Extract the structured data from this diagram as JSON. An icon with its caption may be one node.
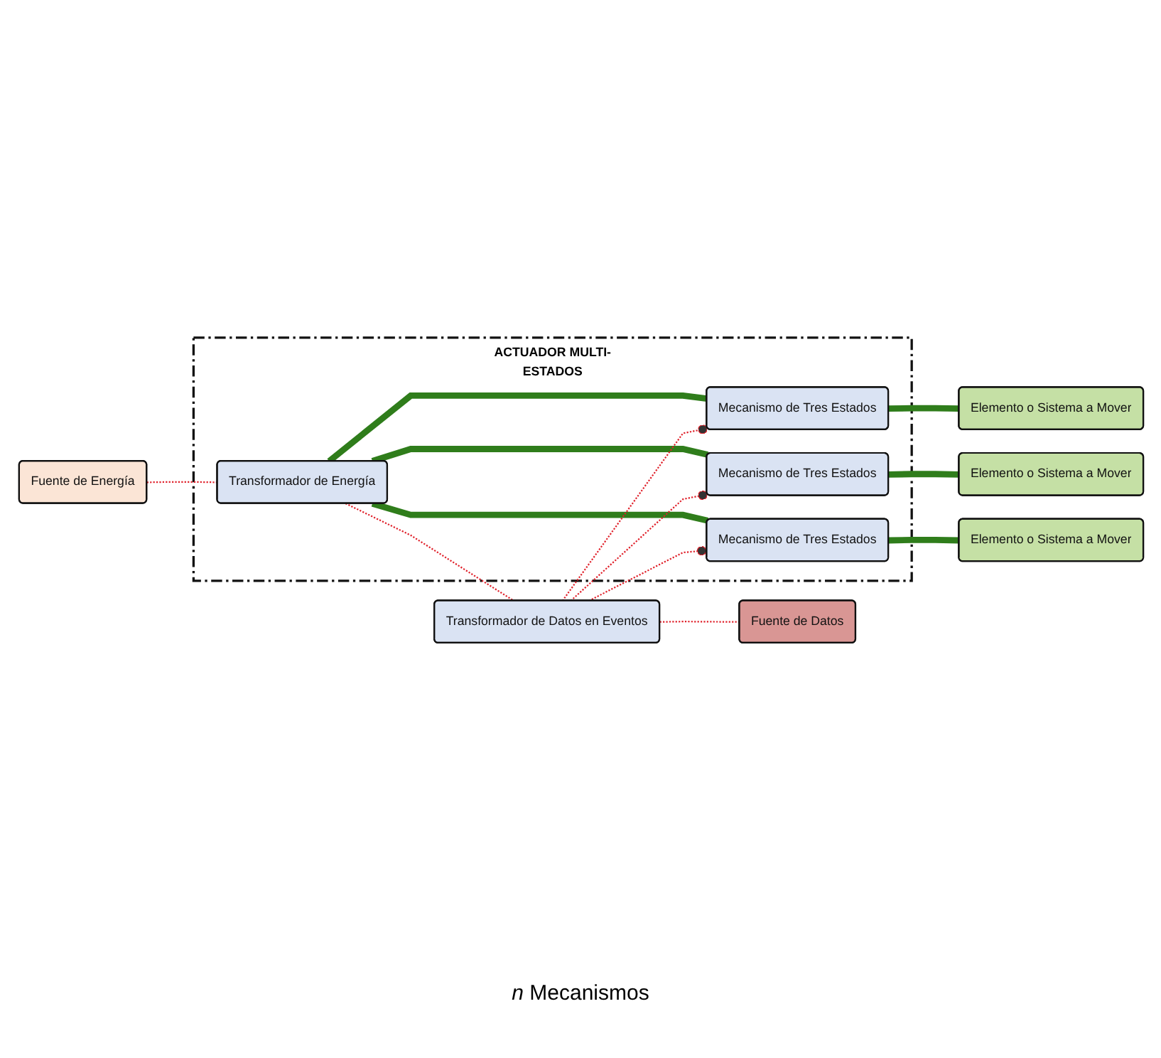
{
  "diagram": {
    "nodes": [
      {
        "text": [
          "Fuente de Energía"
        ]
      },
      {
        "text": [
          "ACTUADOR MULTI-ESTADOS"
        ]
      },
      {
        "text": [
          "Transformador de Energía"
        ],
        "in": 1
      },
      {
        "text": [
          "Mecanismo de Tres Estados"
        ],
        "in": 1
      },
      {
        "text": [
          "Mecanismo de Tres Estados"
        ],
        "in": 1
      },
      {
        "text": [
          "Mecanismo de Tres Estados"
        ],
        "in": 1
      },
      {
        "text": [
          "Elemento o Sistema a Mover"
        ]
      },
      {
        "text": [
          "Elemento o Sistema a Mover"
        ]
      },
      {
        "text": [
          "Elemento o Sistema a Mover"
        ]
      },
      {
        "text": [
          "Transformador de Datos en Eventos"
        ]
      },
      {
        "text": [
          "Fuente de Datos"
        ]
      }
    ],
    "edges": [
      {
        "from": 0,
        "to": 2,
        "arrow": "none",
        "style": "dashed",
        "color": "#e0202a"
      },
      {
        "from": 2,
        "to": 3,
        "arrow": "none",
        "style": "thick",
        "color": "#2f7d1b"
      },
      {
        "from": 2,
        "to": 4,
        "arrow": "none",
        "style": "thick",
        "color": "#2f7d1b"
      },
      {
        "from": 2,
        "to": 5,
        "arrow": "none",
        "style": "thick",
        "color": "#2f7d1b"
      },
      {
        "from": 3,
        "to": 6,
        "arrow": "none",
        "style": "thick",
        "color": "#2f7d1b"
      },
      {
        "from": 4,
        "to": 7,
        "arrow": "none",
        "style": "thick",
        "color": "#2f7d1b"
      },
      {
        "from": 5,
        "to": 8,
        "arrow": "none",
        "style": "thick",
        "color": "#2f7d1b"
      },
      {
        "from": 9,
        "to": 3,
        "arrow": "other",
        "style": "dashed",
        "color": "#e0202a"
      },
      {
        "from": 9,
        "to": 4,
        "arrow": "other",
        "style": "dashed",
        "color": "#e0202a"
      },
      {
        "from": 9,
        "to": 5,
        "arrow": "other",
        "style": "dashed",
        "color": "#e0202a"
      },
      {
        "from": 2,
        "to": 9,
        "arrow": "none",
        "style": "dashed",
        "color": "#e0202a"
      },
      {
        "from": 9,
        "to": 10,
        "arrow": "none",
        "style": "dashed",
        "color": "#e0202a"
      }
    ],
    "labels": [
      "*n* Mecanismos"
    ]
  }
}
